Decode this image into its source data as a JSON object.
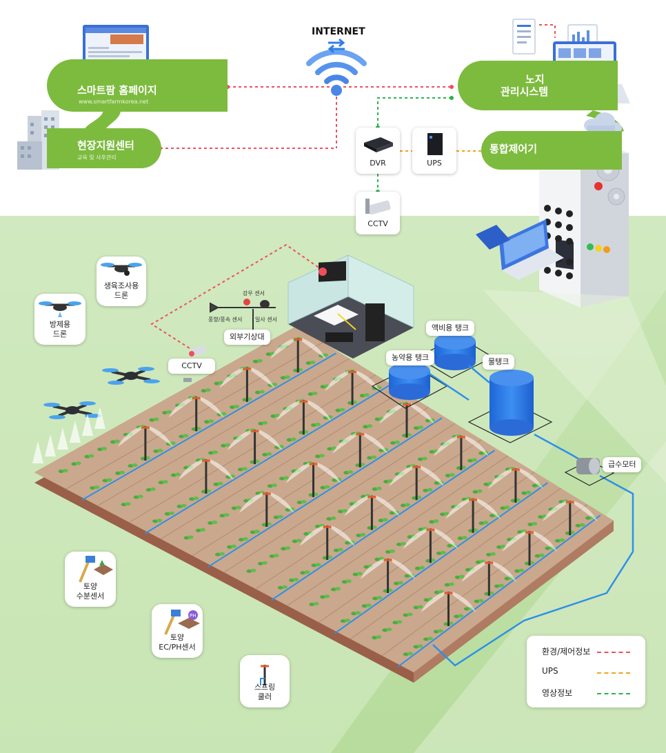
{
  "internet": {
    "label": "INTERNET"
  },
  "left": {
    "smartfarm": {
      "title": "스마트팜 홈페이지",
      "url": "www.smartfarmkorea.net"
    },
    "support": {
      "title": "현장지원센터",
      "subtitle": "교육 및 사후관리"
    }
  },
  "right": {
    "openfield": {
      "title_line1": "노지",
      "title_line2": "관리시스템"
    },
    "controller": {
      "title": "통합제어기"
    }
  },
  "devices": {
    "dvr": "DVR",
    "ups": "UPS",
    "cctv_top": "CCTV",
    "cctv_field": "CCTV"
  },
  "field": {
    "weather_station": "외부기상대",
    "rain_sensor": "강우 센서",
    "wind_sensor": "풍향/풍속 센서",
    "solar_sensor": "일사 센서",
    "nutrient_tank": "액비용 탱크",
    "pesticide_tank": "농약용 탱크",
    "water_tank": "물탱크",
    "pump_motor": "급수모터"
  },
  "cards": {
    "growth_drone": {
      "line1": "생육조사용",
      "line2": "드론"
    },
    "spray_drone": {
      "line1": "방제용",
      "line2": "드론"
    },
    "soil_moisture": {
      "line1": "토양",
      "line2": "수분센서"
    },
    "soil_ecph": {
      "line1": "토양",
      "line2": "EC/PH센서",
      "badge": "PH"
    },
    "sprinkler": {
      "line1": "스프링",
      "line2": "쿨러"
    }
  },
  "legend": {
    "items": [
      {
        "label": "환경/제어정보",
        "color": "#ef4f5a"
      },
      {
        "label": "UPS",
        "color": "#f3a21b"
      },
      {
        "label": "영상정보",
        "color": "#2bb34a"
      }
    ]
  },
  "colors": {
    "brand_green": "#7dbb3f",
    "field_bg": "#c6e3b1",
    "pipe_blue": "#2d8fe8",
    "soil": "#c9a88d"
  }
}
